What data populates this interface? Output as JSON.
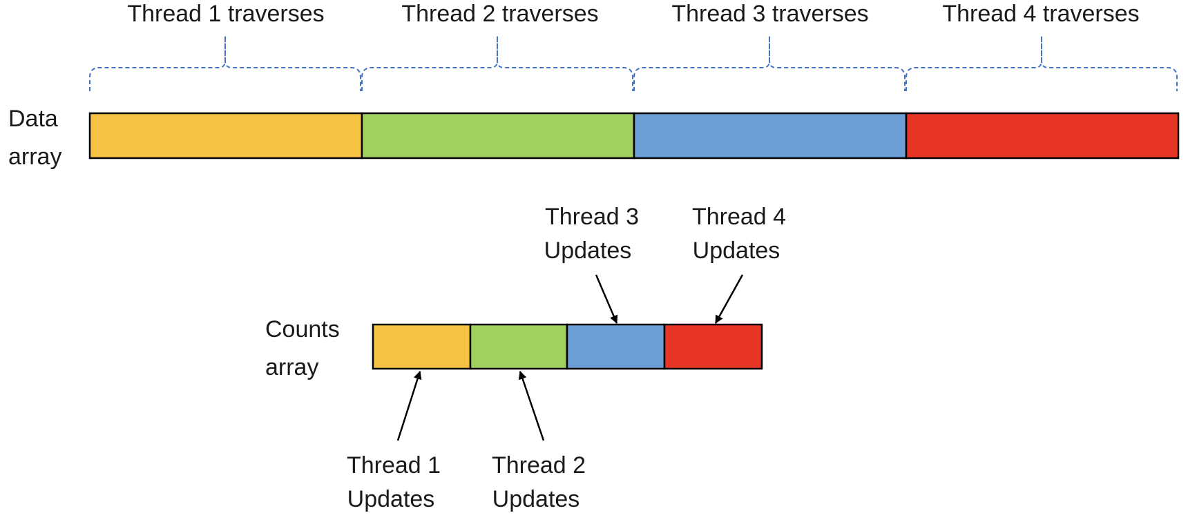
{
  "colors": {
    "thread1": "#F5C243",
    "thread2": "#A0D060",
    "thread3": "#6A9ED4",
    "thread4": "#E83526",
    "brace": "#4472C4",
    "outline": "#000000"
  },
  "data_array": {
    "label_line1": "Data",
    "label_line2": "array",
    "traverse_labels": [
      "Thread 1 traverses",
      "Thread 2 traverses",
      "Thread 3 traverses",
      "Thread 4 traverses"
    ]
  },
  "counts_array": {
    "label_line1": "Counts",
    "label_line2": "array",
    "update_labels": [
      {
        "line1": "Thread 1",
        "line2": "Updates"
      },
      {
        "line1": "Thread 2",
        "line2": "Updates"
      },
      {
        "line1": "Thread 3",
        "line2": "Updates"
      },
      {
        "line1": "Thread 4",
        "line2": "Updates"
      }
    ]
  }
}
